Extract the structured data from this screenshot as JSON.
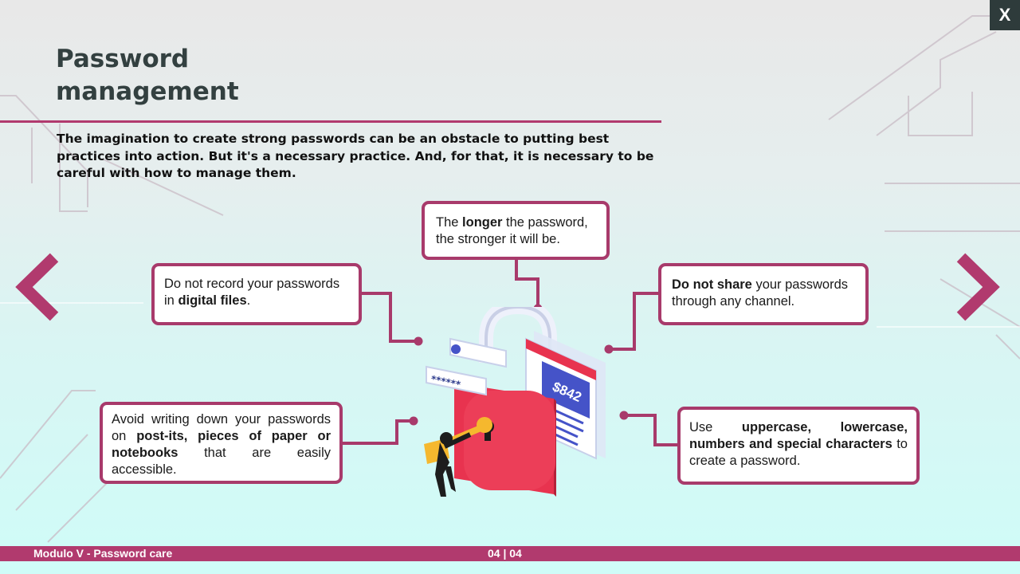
{
  "window": {
    "close_label": "X"
  },
  "header": {
    "title_line1": "Password",
    "title_line2": "management",
    "intro": "The imagination to create strong passwords can be an obstacle to putting best practices into action. But it's a necessary practice. And, for that, it is necessary to be careful with how to manage them."
  },
  "tips": {
    "top": {
      "pre": "The ",
      "bold": "longer",
      "post": " the password, the stronger it will be."
    },
    "left": {
      "pre": "Do not record your passwords in ",
      "bold": "digital files",
      "post": "."
    },
    "right": {
      "bold": "Do not share",
      "post": " your passwords through any channel."
    },
    "bottom_left": {
      "pre": "Avoid writing down your passwords on ",
      "bold": "post-its, pieces of paper or notebooks",
      "post": " that are easily accessible."
    },
    "bottom_right": {
      "pre": "Use ",
      "bold": "uppercase, lowercase, numbers and special characters",
      "post": " to create a password."
    }
  },
  "illustration": {
    "amount_label": "$842",
    "password_mask": "******"
  },
  "navigation": {
    "prev_icon": "chevron-left-icon",
    "next_icon": "chevron-right-icon"
  },
  "footer": {
    "course": "Modulo V - Password care",
    "page": "04 | 04"
  },
  "colors": {
    "accent": "#b13a6e",
    "title": "#334040",
    "close_bg": "#2e3b3b",
    "lock_red": "#e8334f"
  }
}
